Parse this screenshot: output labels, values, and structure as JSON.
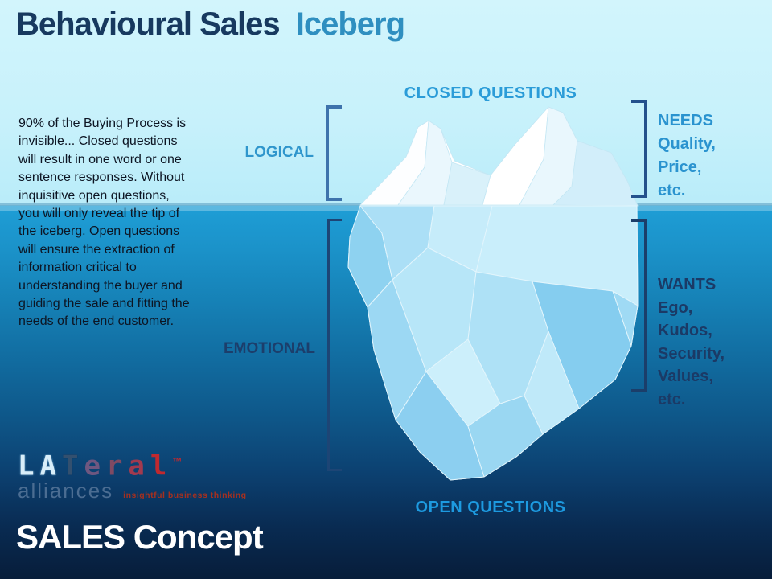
{
  "title": {
    "primary": "Behavioural Sales",
    "secondary": "Iceberg"
  },
  "description": "90% of the Buying Process is\ninvisible... Closed questions\nwill result in one word or one\nsentence responses. Without\ninquisitive open questions,\nyou will only reveal the tip of\nthe iceberg. Open questions\nwill ensure the extraction of\ninformation critical to\nunderstanding the buyer and\nguiding the sale and fitting the\nneeds of the end customer.",
  "labels": {
    "closed_questions": "CLOSED QUESTIONS",
    "open_questions": "OPEN QUESTIONS",
    "logical": "LOGICAL",
    "emotional": "EMOTIONAL",
    "needs": "NEEDS\nQuality,\nPrice,\netc.",
    "wants": "WANTS\nEgo,\nKudos,\nSecurity,\nValues,\netc."
  },
  "logo": {
    "letters": [
      "L",
      "A",
      "T",
      "e",
      "r",
      "a",
      "l"
    ],
    "trademark": "™",
    "subtitle": "alliances",
    "tagline": "insightful business thinking"
  },
  "footer": {
    "text": "SALES Concept"
  },
  "colors": {
    "background_top": "#cdf3fb",
    "water_top": "#1e9ed6",
    "water_bottom": "#071d3a",
    "title_primary": "#17395f",
    "title_secondary": "#2f8fc0",
    "label_blue": "#2b9cd8",
    "label_navy": "#1b3a66",
    "bracket_light": "#3e73ac",
    "bracket_dark": "#1d4575",
    "paragraph_text": "#0d1523",
    "footer_text": "#ffffff",
    "logo_red": "#c1292f",
    "logo_slate": "#4b6d92",
    "iceberg_above": "#ffffff",
    "iceberg_below": "#a5dcf4"
  }
}
